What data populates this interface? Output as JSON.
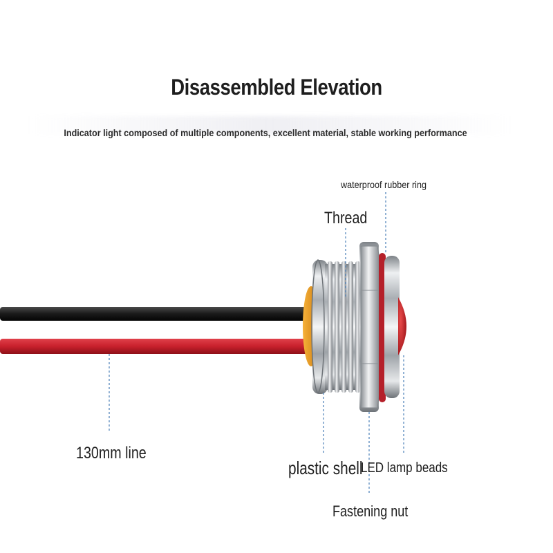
{
  "title": "Disassembled Elevation",
  "subtitle": "Indicator light composed of multiple components, excellent material, stable working performance",
  "labels": {
    "rubber_ring": "waterproof rubber ring",
    "thread": "Thread",
    "line": "130mm line",
    "shell": "plastic shell",
    "led": "LED lamp beads",
    "nut": "Fastening nut"
  },
  "colors": {
    "black_wire": "#1a1a1a",
    "red_wire": "#c8202c",
    "lens": "#e89a1c",
    "led_dome": "#c81e24",
    "rubber_ring": "#b5202a",
    "metal": "#c8ccd0",
    "leader_line": "#4a7fb8"
  }
}
